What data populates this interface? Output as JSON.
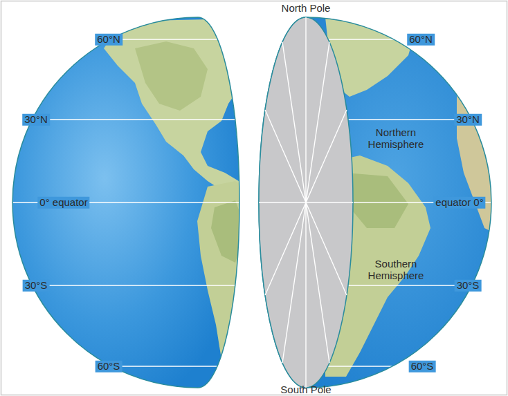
{
  "diagram": {
    "labels": [
      "North Pole",
      "60°N",
      "30°N",
      "0° equator",
      "30°S",
      "60°S",
      "60°N",
      "30°N",
      "Northern Hemisphere",
      "equator 0°",
      "Southern Hemisphere",
      "30°S",
      "60°S",
      "South Pole"
    ]
  }
}
